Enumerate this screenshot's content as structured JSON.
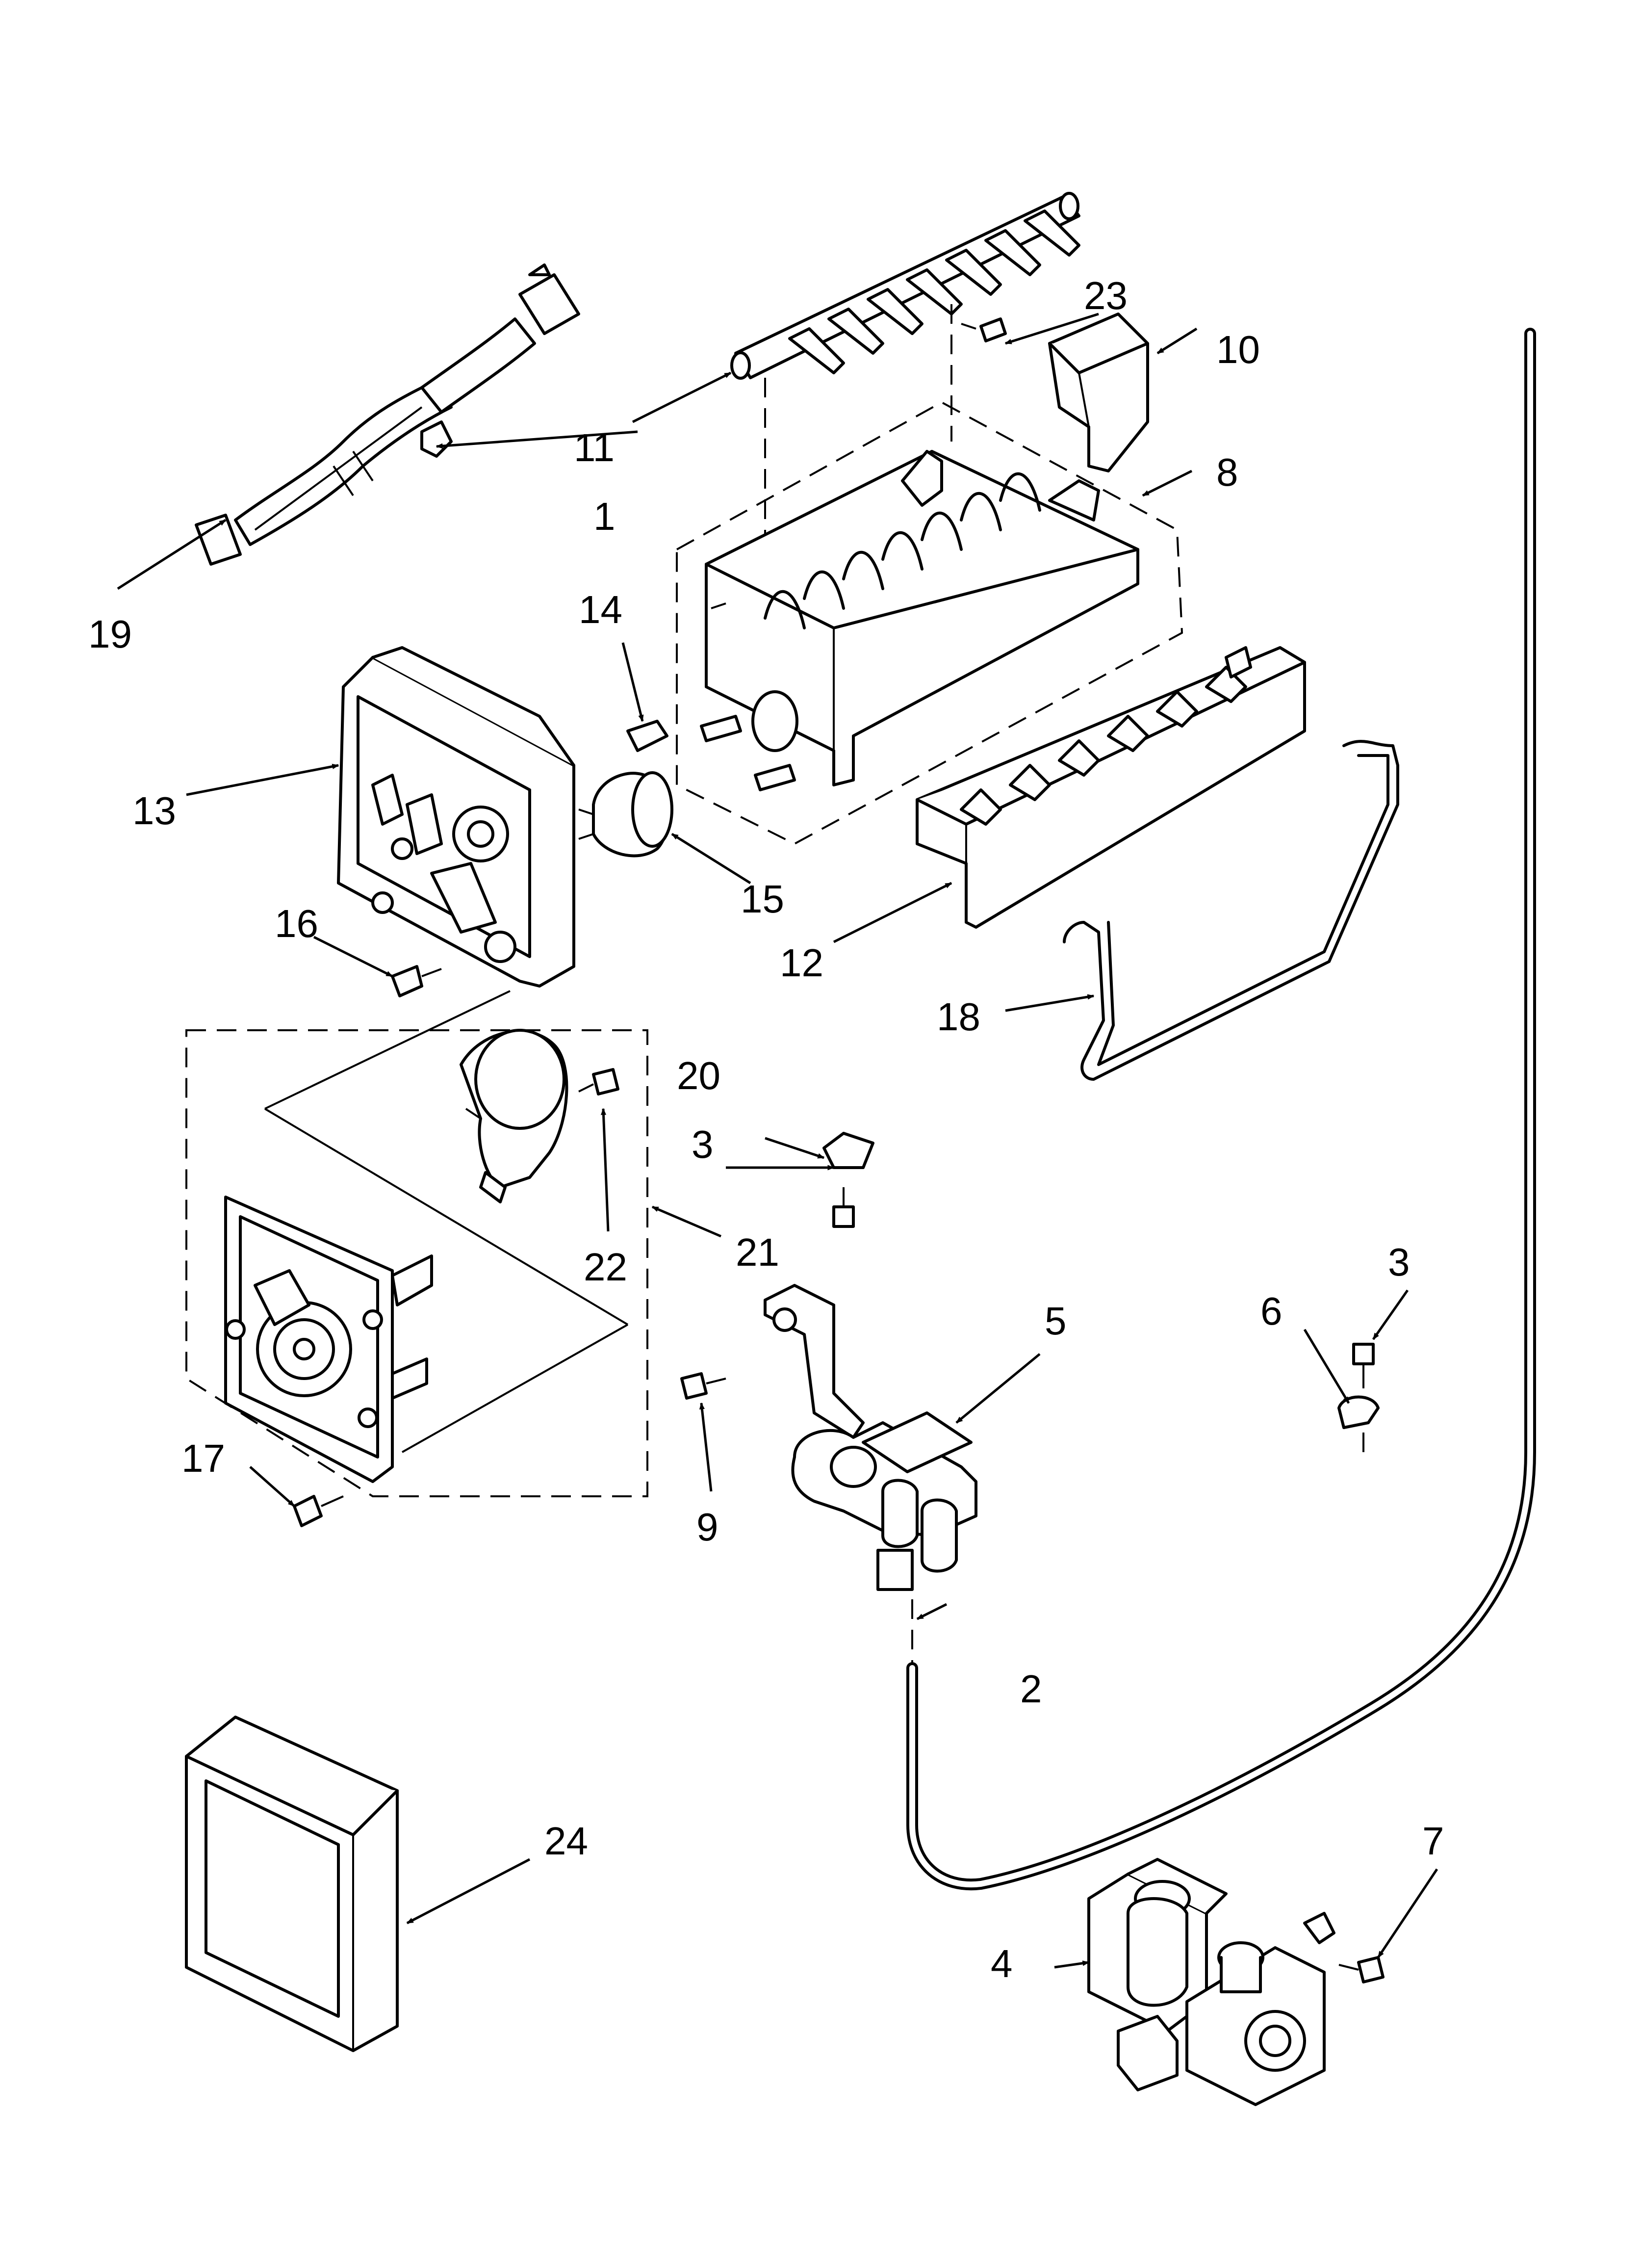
{
  "colors": {
    "background": "#ffffff",
    "linework": "#000000",
    "shading": "#e6e6e6"
  },
  "callouts": {
    "c1": "1",
    "c2": "2",
    "c3a": "3",
    "c3b": "3",
    "c4": "4",
    "c5": "5",
    "c6": "6",
    "c7": "7",
    "c8": "8",
    "c9": "9",
    "c10": "10",
    "c11": "11",
    "c12": "12",
    "c13": "13",
    "c14": "14",
    "c15": "15",
    "c16": "16",
    "c17": "17",
    "c18": "18",
    "c19": "19",
    "c20": "20",
    "c21": "21",
    "c22": "22",
    "c23": "23",
    "c24": "24"
  }
}
